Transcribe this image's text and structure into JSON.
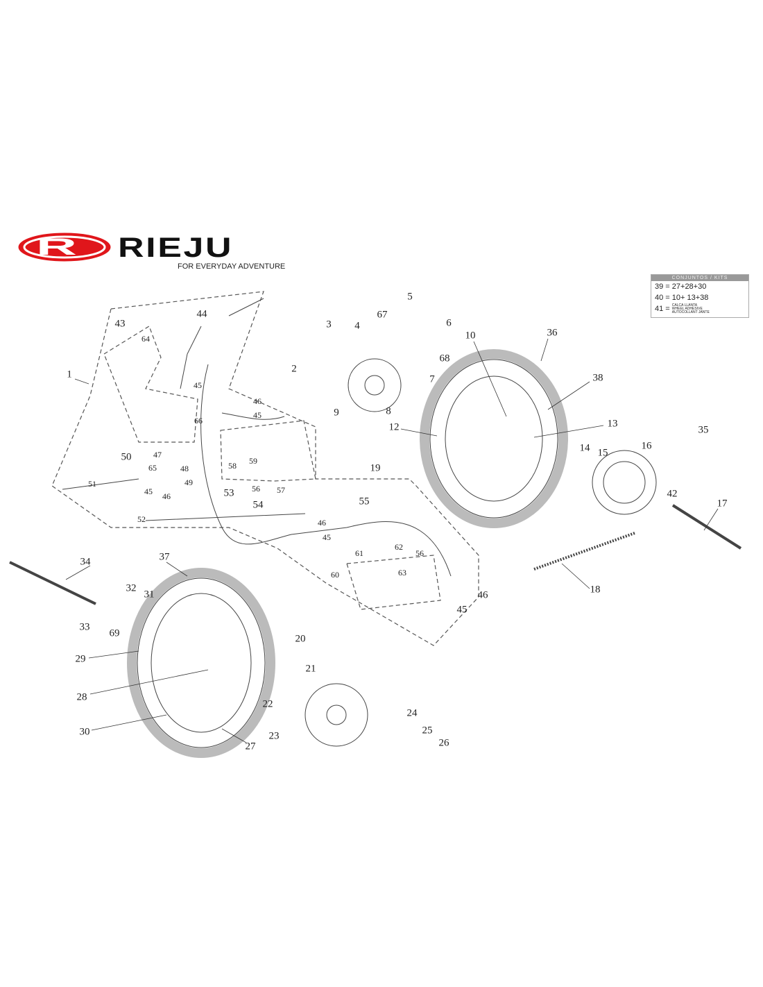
{
  "brand": {
    "logo_letter": "R",
    "name": "RIEJU",
    "tagline": "FOR EVERYDAY ADVENTURE",
    "red": "#e0161b"
  },
  "kits": {
    "header": "CONJUNTOS / KITS",
    "rows": [
      {
        "key": "39 =",
        "value": "27+28+30"
      },
      {
        "key": "40 =",
        "value": "10+ 13+38"
      },
      {
        "key": "41 =",
        "lines": [
          "CALCA LLANTA",
          "WHEEL ADHESIVE",
          "AUTOCOLLANT JANTE"
        ]
      }
    ]
  },
  "callouts": [
    "1",
    "2",
    "3",
    "4",
    "5",
    "6",
    "7",
    "8",
    "9",
    "10",
    "12",
    "13",
    "14",
    "15",
    "16",
    "17",
    "18",
    "19",
    "20",
    "21",
    "22",
    "23",
    "24",
    "25",
    "26",
    "27",
    "28",
    "29",
    "30",
    "31",
    "32",
    "33",
    "34",
    "35",
    "36",
    "37",
    "38",
    "42",
    "43",
    "44",
    "45",
    "46",
    "45",
    "47",
    "48",
    "49",
    "50",
    "51",
    "52",
    "53",
    "54",
    "55",
    "45",
    "46",
    "56",
    "57",
    "58",
    "59",
    "60",
    "61",
    "62",
    "56",
    "63",
    "64",
    "65",
    "66",
    "67",
    "68",
    "69",
    "46",
    "45",
    "46",
    "45"
  ]
}
